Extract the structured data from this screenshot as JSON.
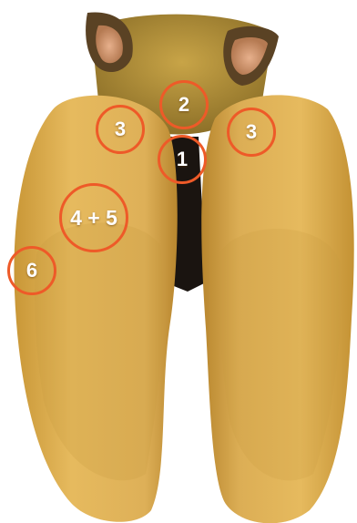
{
  "colors": {
    "marker_ring": "#ee5a28",
    "marker_text": "#ffffff",
    "claw_main": "#e3b459",
    "claw_shadow": "#b8862e",
    "coronet": "#b9963a",
    "skin": "#d49a6e",
    "hair": "#5a4224",
    "interdigital_gap": "#1a1410"
  },
  "image": {
    "subject": "hoof-bottom-view",
    "markers": [
      {
        "id": "m1",
        "label": "1"
      },
      {
        "id": "m2",
        "label": "2"
      },
      {
        "id": "m3-left",
        "label": "3"
      },
      {
        "id": "m3-right",
        "label": "3"
      },
      {
        "id": "m4-5",
        "label": "4 + 5"
      },
      {
        "id": "m6",
        "label": "6"
      }
    ]
  }
}
